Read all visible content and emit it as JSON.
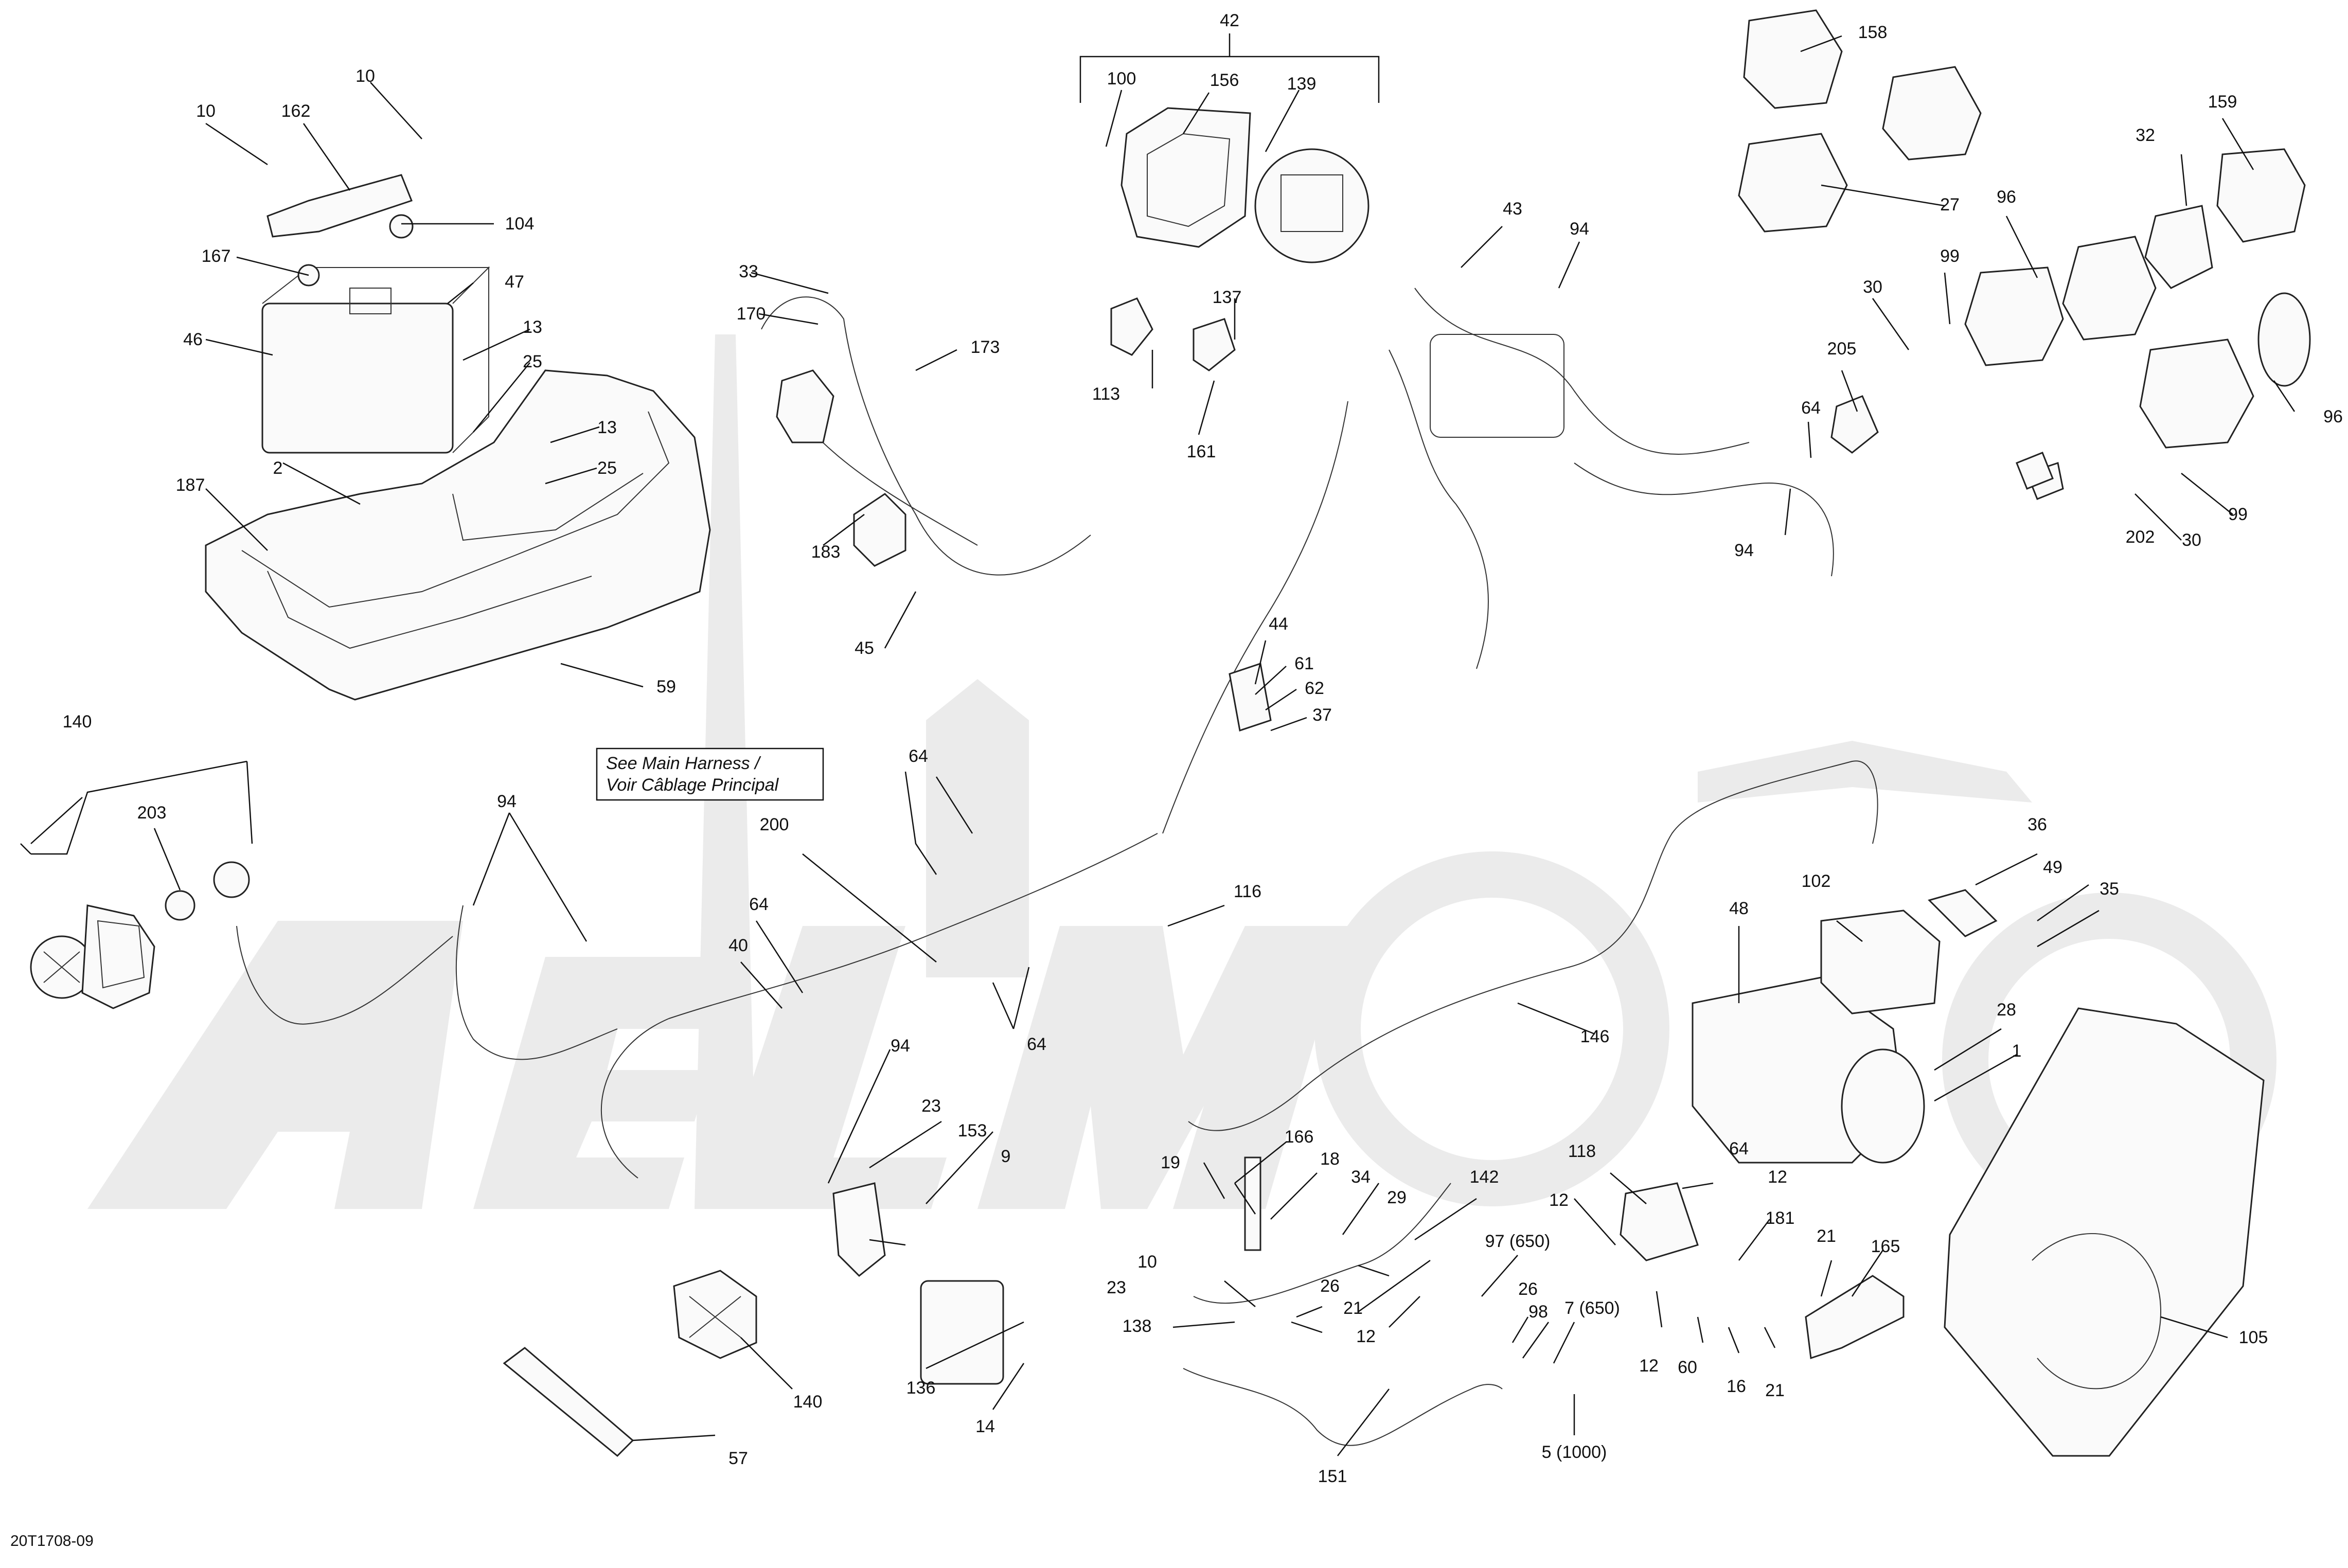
{
  "diagram_code": "20T1708-09",
  "note": {
    "line1": "See Main Harness /",
    "line2": "Voir Câblage Principal"
  },
  "callouts": [
    {
      "id": "c42",
      "text": "42"
    },
    {
      "id": "c100",
      "text": "100"
    },
    {
      "id": "c156",
      "text": "156"
    },
    {
      "id": "c139",
      "text": "139"
    },
    {
      "id": "c158",
      "text": "158"
    },
    {
      "id": "c159",
      "text": "159"
    },
    {
      "id": "c27",
      "text": "27"
    },
    {
      "id": "c32",
      "text": "32"
    },
    {
      "id": "c96a",
      "text": "96"
    },
    {
      "id": "c96b",
      "text": "96"
    },
    {
      "id": "c99a",
      "text": "99"
    },
    {
      "id": "c99b",
      "text": "99"
    },
    {
      "id": "c30a",
      "text": "30"
    },
    {
      "id": "c30b",
      "text": "30"
    },
    {
      "id": "c205",
      "text": "205"
    },
    {
      "id": "c202",
      "text": "202"
    },
    {
      "id": "c64a",
      "text": "64"
    },
    {
      "id": "c94a",
      "text": "94"
    },
    {
      "id": "c94b",
      "text": "94"
    },
    {
      "id": "c43",
      "text": "43"
    },
    {
      "id": "c10a",
      "text": "10"
    },
    {
      "id": "c10b",
      "text": "10"
    },
    {
      "id": "c162",
      "text": "162"
    },
    {
      "id": "c104",
      "text": "104"
    },
    {
      "id": "c167",
      "text": "167"
    },
    {
      "id": "c47",
      "text": "47"
    },
    {
      "id": "c46",
      "text": "46"
    },
    {
      "id": "c13a",
      "text": "13"
    },
    {
      "id": "c25a",
      "text": "25"
    },
    {
      "id": "c13b",
      "text": "13"
    },
    {
      "id": "c25b",
      "text": "25"
    },
    {
      "id": "c2",
      "text": "2"
    },
    {
      "id": "c187",
      "text": "187"
    },
    {
      "id": "c59",
      "text": "59"
    },
    {
      "id": "c33",
      "text": "33"
    },
    {
      "id": "c170",
      "text": "170"
    },
    {
      "id": "c173",
      "text": "173"
    },
    {
      "id": "c183",
      "text": "183"
    },
    {
      "id": "c45",
      "text": "45"
    },
    {
      "id": "c137",
      "text": "137"
    },
    {
      "id": "c113",
      "text": "113"
    },
    {
      "id": "c161",
      "text": "161"
    },
    {
      "id": "c44",
      "text": "44"
    },
    {
      "id": "c61",
      "text": "61"
    },
    {
      "id": "c62",
      "text": "62"
    },
    {
      "id": "c37",
      "text": "37"
    },
    {
      "id": "c140a",
      "text": "140"
    },
    {
      "id": "c203",
      "text": "203"
    },
    {
      "id": "c94c",
      "text": "94"
    },
    {
      "id": "c200",
      "text": "200"
    },
    {
      "id": "c64b",
      "text": "64"
    },
    {
      "id": "c64c",
      "text": "64"
    },
    {
      "id": "c40",
      "text": "40"
    },
    {
      "id": "c64d",
      "text": "64"
    },
    {
      "id": "c116",
      "text": "116"
    },
    {
      "id": "c36",
      "text": "36"
    },
    {
      "id": "c49",
      "text": "49"
    },
    {
      "id": "c35",
      "text": "35"
    },
    {
      "id": "c102",
      "text": "102"
    },
    {
      "id": "c48",
      "text": "48"
    },
    {
      "id": "c146",
      "text": "146"
    },
    {
      "id": "c28",
      "text": "28"
    },
    {
      "id": "c1",
      "text": "1"
    },
    {
      "id": "c94d",
      "text": "94"
    },
    {
      "id": "c23a",
      "text": "23"
    },
    {
      "id": "c153",
      "text": "153"
    },
    {
      "id": "c9",
      "text": "9"
    },
    {
      "id": "c166",
      "text": "166"
    },
    {
      "id": "c19",
      "text": "19"
    },
    {
      "id": "c18",
      "text": "18"
    },
    {
      "id": "c34",
      "text": "34"
    },
    {
      "id": "c29",
      "text": "29"
    },
    {
      "id": "c142",
      "text": "142"
    },
    {
      "id": "c118",
      "text": "118"
    },
    {
      "id": "c64e",
      "text": "64"
    },
    {
      "id": "c12a",
      "text": "12"
    },
    {
      "id": "c12b",
      "text": "12"
    },
    {
      "id": "c181",
      "text": "181"
    },
    {
      "id": "c21a",
      "text": "21"
    },
    {
      "id": "c165",
      "text": "165"
    },
    {
      "id": "c105",
      "text": "105"
    },
    {
      "id": "c10c",
      "text": "10"
    },
    {
      "id": "c23b",
      "text": "23"
    },
    {
      "id": "c138",
      "text": "138"
    },
    {
      "id": "c26a",
      "text": "26"
    },
    {
      "id": "c21b",
      "text": "21"
    },
    {
      "id": "c12c",
      "text": "12"
    },
    {
      "id": "c97",
      "text": "97 (650)"
    },
    {
      "id": "c26b",
      "text": "26"
    },
    {
      "id": "c98",
      "text": "98"
    },
    {
      "id": "c7",
      "text": "7 (650)"
    },
    {
      "id": "c12d",
      "text": "12"
    },
    {
      "id": "c60",
      "text": "60"
    },
    {
      "id": "c16",
      "text": "16"
    },
    {
      "id": "c21c",
      "text": "21"
    },
    {
      "id": "c5",
      "text": "5 (1000)"
    },
    {
      "id": "c136",
      "text": "136"
    },
    {
      "id": "c14",
      "text": "14"
    },
    {
      "id": "c140b",
      "text": "140"
    },
    {
      "id": "c57",
      "text": "57"
    },
    {
      "id": "c151",
      "text": "151"
    }
  ]
}
